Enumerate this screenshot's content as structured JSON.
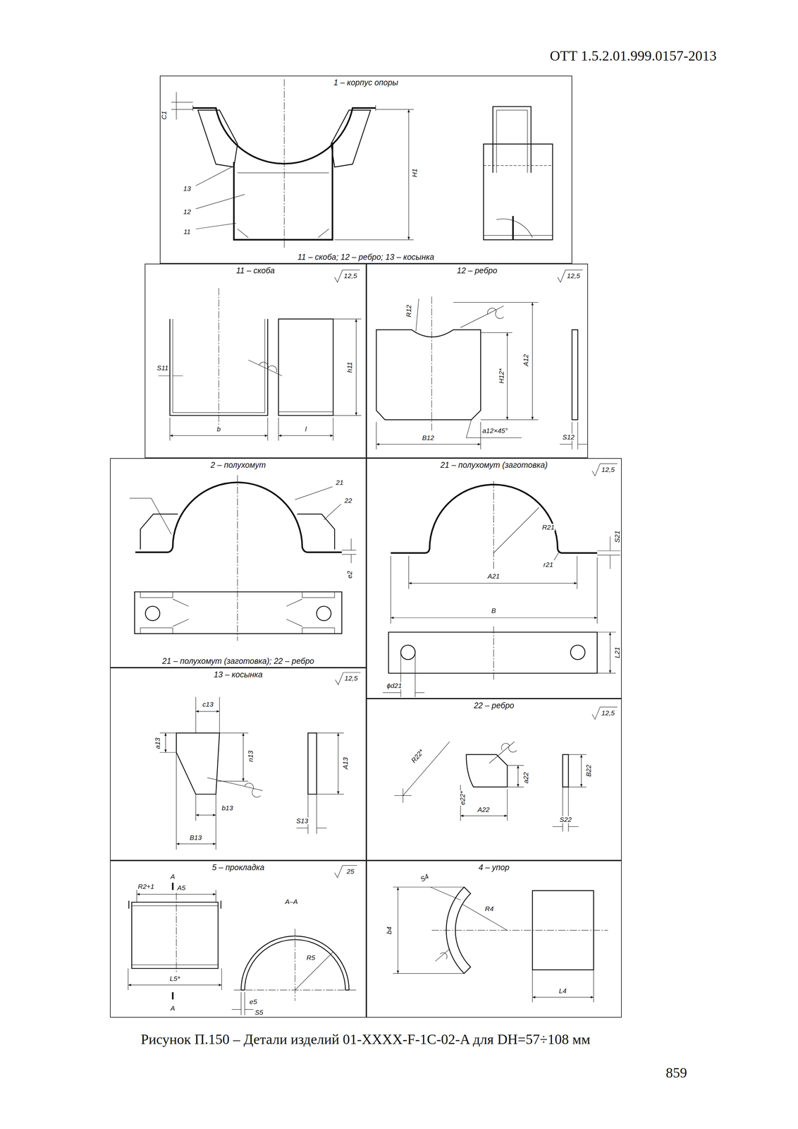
{
  "diagram": {
    "caption": "Рисунок П.150 – Детали изделий 01-XXXX-F-1C-02-A для DН=57÷108 мм",
    "nodes": [
      {
        "text": [
          "1 – корпус опоры",
          "11 – скоба; 12 – ребро; 13 – косынка"
        ]
      },
      {
        "text": [
          "11 – скоба"
        ]
      },
      {
        "text": [
          "12 – ребро"
        ]
      },
      {
        "text": [
          "2 – полухомут",
          "21 – полухомут (заготовка); 22 – ребро"
        ]
      },
      {
        "text": [
          "21 – полухомут (заготовка)"
        ]
      },
      {
        "text": [
          "13 – косынка"
        ]
      },
      {
        "text": [
          "22 – ребро"
        ]
      },
      {
        "text": [
          "5 – прокладка"
        ]
      },
      {
        "text": [
          "4 – упор"
        ]
      }
    ],
    "labels": [
      "ОТТ 1.5.2.01.999.0157-2013",
      "C1",
      "H1",
      "13",
      "12",
      "11",
      "12,5",
      "S11",
      "b",
      "l",
      "h11",
      "12,5",
      "R12",
      "H12*",
      "A12",
      "a12×45°",
      "B12",
      "S12",
      "21",
      "22",
      "e2",
      "12,5",
      "R21",
      "S21",
      "r21",
      "A21",
      "B",
      "L21",
      "ϕd21",
      "12,5",
      "c13",
      "a13",
      "n13",
      "A13",
      "b13",
      "B13",
      "S13",
      "12,5",
      "R22*",
      "a22",
      "e22*",
      "A22",
      "B22",
      "S22",
      "25",
      "А",
      "А",
      "А–А",
      "R2+1",
      "A5",
      "R5",
      "L5*",
      "e5",
      "S5",
      "S4",
      "R4",
      "b4",
      "L4",
      "859"
    ]
  }
}
